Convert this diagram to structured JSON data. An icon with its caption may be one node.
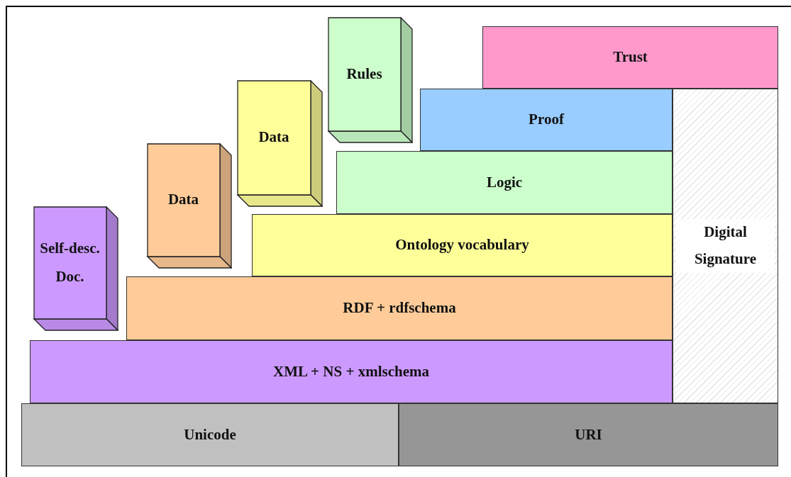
{
  "diagram": {
    "nodes": [
      {
        "text": [
          "Trust"
        ]
      },
      {
        "text": [
          "Rules"
        ]
      },
      {
        "text": [
          "Data"
        ]
      },
      {
        "text": [
          "Data"
        ]
      },
      {
        "text": [
          "Proof"
        ]
      },
      {
        "text": [
          "Logic"
        ]
      },
      {
        "text": [
          "Self-desc. Doc."
        ]
      },
      {
        "text": [
          "Ontology vocabulary"
        ]
      },
      {
        "text": [
          "Digital Signature"
        ]
      },
      {
        "text": [
          "RDF + rdfschema"
        ]
      },
      {
        "text": [
          "XML + NS + xmlschema"
        ]
      },
      {
        "text": [
          "Unicode"
        ]
      },
      {
        "text": [
          "URI"
        ]
      }
    ],
    "edges": []
  }
}
